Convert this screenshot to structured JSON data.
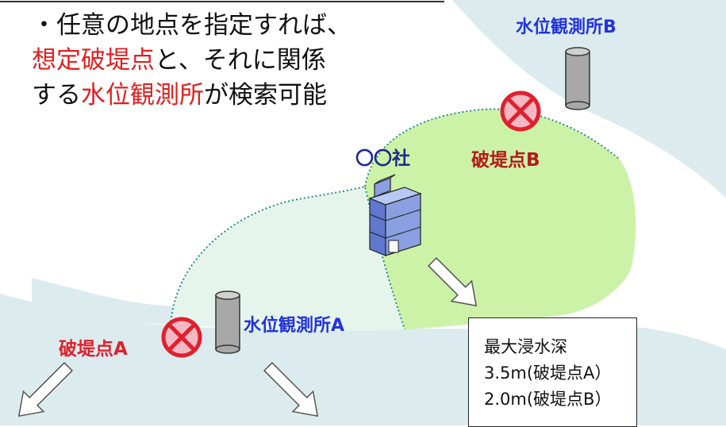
{
  "description": {
    "line1": "・任意の地点を指定すれば、",
    "line2_highlight": "想定破堤点",
    "line2_rest": "と、それに関係",
    "line3_pre": "する",
    "line3_highlight": "水位観測所",
    "line3_post": "が検索可能"
  },
  "labels": {
    "company": "〇〇社",
    "breach_a": "破堤点A",
    "breach_b": "破堤点B",
    "station_a": "水位観測所A",
    "station_b": "水位観測所B"
  },
  "info_box": {
    "title": "最大浸水深",
    "row_a": "3.5m(破堤点A）",
    "row_b": "2.0m(破堤点B）"
  },
  "colors": {
    "river": "#dcecee",
    "flood_area_b": "#ccf2a8",
    "flood_area_a": "#e6f5ec",
    "breach": "#e0202e",
    "station_text": "#2233dd",
    "company_text": "#1a2a8c",
    "highlight": "#e02020"
  },
  "icons": {
    "breach_marker": "circle-x-icon",
    "water_gauge": "cylinder-icon",
    "building": "building-icon",
    "flow": "arrow-icon"
  }
}
